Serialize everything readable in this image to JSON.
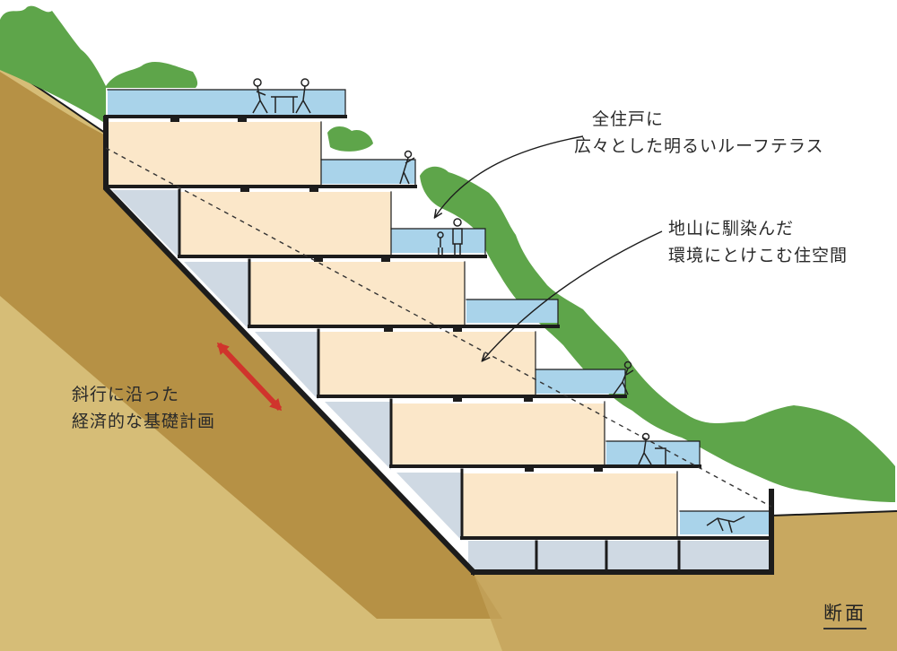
{
  "annotations": {
    "roof_terrace": [
      "全住戸に",
      "広々とした明るいルーフテラス"
    ],
    "living_space": [
      "地山に馴染んだ",
      "環境にとけこむ住空間"
    ],
    "foundation": [
      "斜行に沿った",
      "経済的な基礎計画"
    ]
  },
  "section_label": "断面",
  "colors": {
    "soil": "#b08a3c",
    "soil_light": "#d6bd77",
    "trees": "#5ea54a",
    "interior": "#fbe7c9",
    "glass": "#a9d3ea",
    "underfloor": "#cfd9e3",
    "structure": "#1c1c1c",
    "foundation_arrow": "#d0342c"
  }
}
